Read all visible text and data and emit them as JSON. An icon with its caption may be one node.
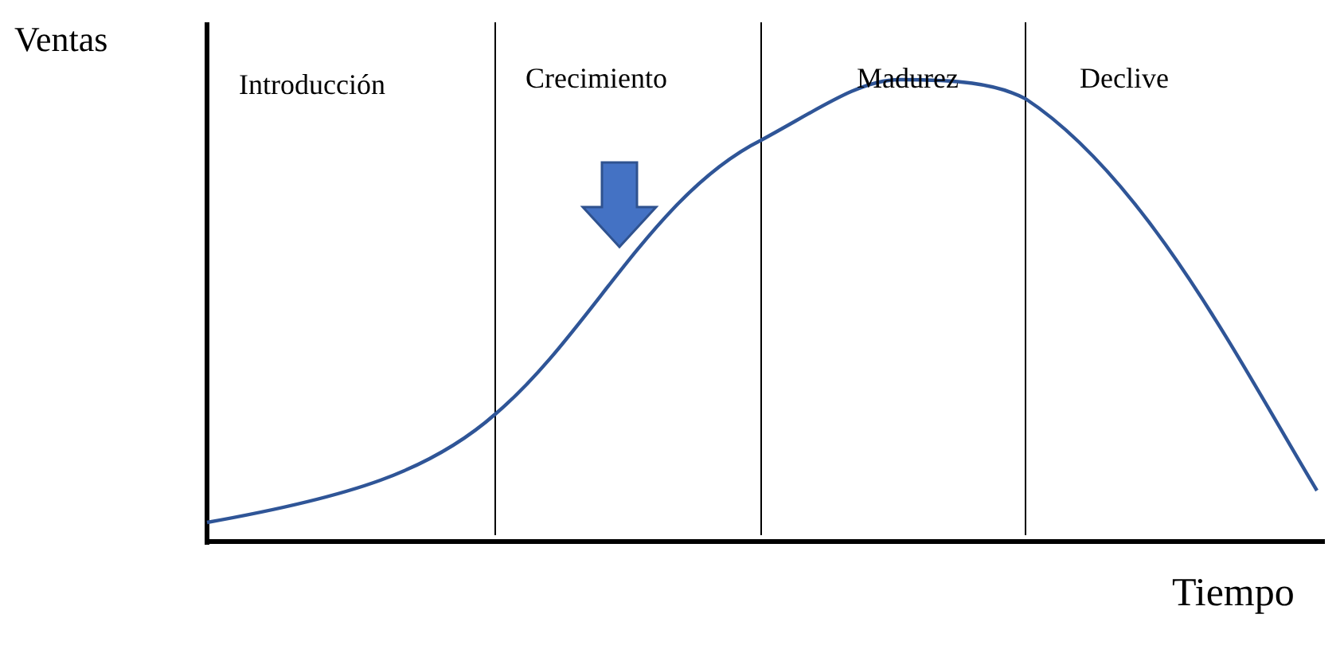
{
  "diagram": {
    "labels": [
      "Ventas",
      "Introducción",
      "Crecimiento",
      "Madurez",
      "Declive",
      "Tiempo"
    ]
  }
}
